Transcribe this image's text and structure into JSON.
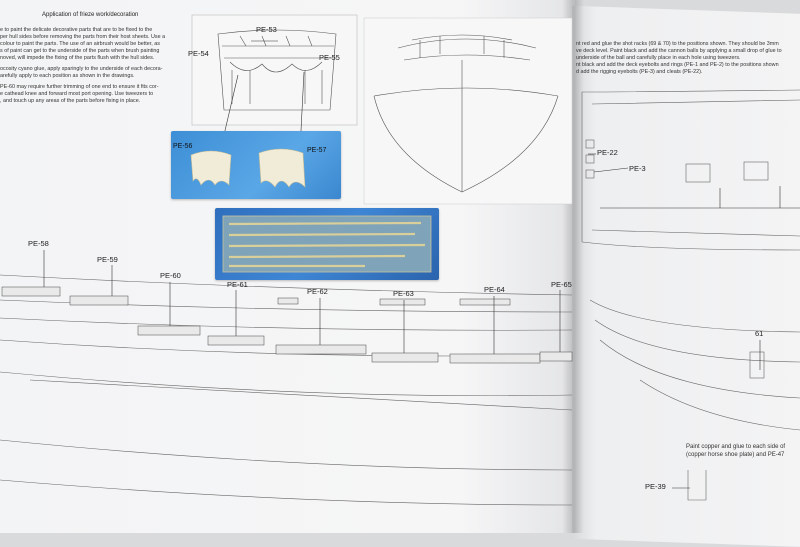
{
  "left_page": {
    "heading": "Application of frieze work/decoration",
    "paragraph_1": [
      "e to paint the delicate decorative parts that are to be fixed to the",
      "per hull sides before removing the parts from their host sheets. Use a",
      "colour to paint the parts. The use of an airbrush would be better, as",
      "s of paint can get to the underside of the parts when brush painting",
      "noved, will impede the fixing of the parts flush with the hull sides."
    ],
    "paragraph_2": [
      "ocosity cyano glue, apply sparingly to the underside of each decora-",
      "arefully apply to each position as shown in the drawings."
    ],
    "paragraph_3": [
      "PE-60 may require further trimming of one end to ensure it fits cor-",
      "e cathead knee and forward most port opening. Use tweezers to",
      ", and touch up any areas of the parts before fixing in place."
    ],
    "stern_labels": {
      "top": "PE-53",
      "left": "PE-54",
      "right": "PE-55"
    },
    "photo_labels": {
      "left": "PE-56",
      "right": "PE-57"
    },
    "frieze_labels": [
      "PE-58",
      "PE-59",
      "PE-60",
      "PE-61",
      "PE-62",
      "PE-63",
      "PE-64",
      "PE-65"
    ]
  },
  "right_page": {
    "text_lines": [
      "nt red and glue the shot racks (69 & 70) to the positions shown. They should be 3mm",
      "ve deck level. Paint black and add the cannon balls by applying a small drop of glue to",
      "underside of the ball and carefully place in each hole using tweezers.",
      "nt black and add the deck eyebolts and rings (PE-1 and PE-2) to the positions shown",
      "d add the rigging eyebolts (PE-3) and cleats (PE-22)."
    ],
    "deck_labels": {
      "a": "PE-22",
      "b": "PE-3"
    },
    "side_label": "61",
    "note_lines": [
      "Paint copper and glue to each side of",
      "(copper horse shoe plate) and PE-47"
    ],
    "bottom_label": "PE-39"
  },
  "colors": {
    "page": "#f4f4f5",
    "photo_blue": "#3d8ed6",
    "line": "#555555"
  }
}
